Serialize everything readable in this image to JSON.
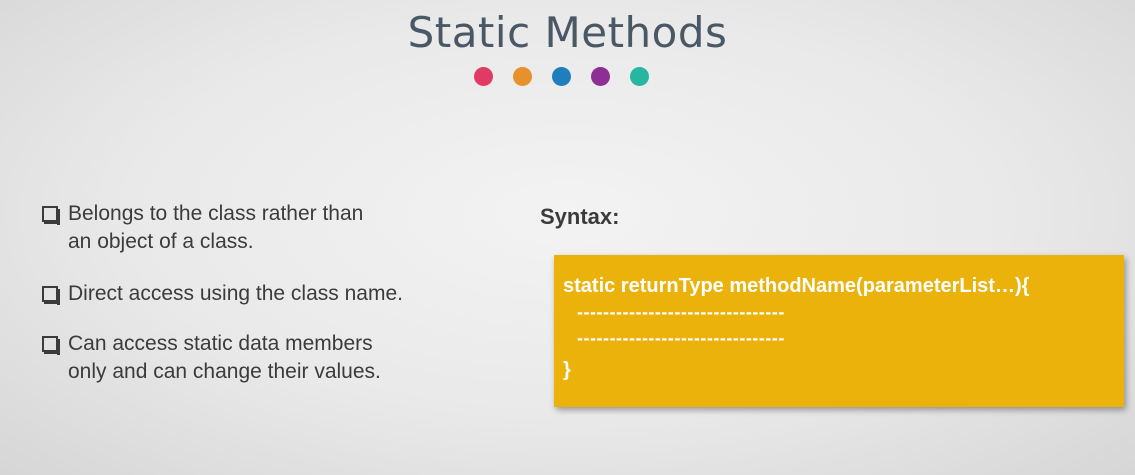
{
  "slide": {
    "title": "Static Methods",
    "dot_colors": [
      "#e03b64",
      "#e8902b",
      "#1f7fbd",
      "#8e2f96",
      "#25b7a0"
    ],
    "bullets": [
      "Belongs to the class rather than\nan object of a class.",
      "Direct access using the class name.",
      "Can access static data members\nonly and can change their values."
    ],
    "syntax_label": "Syntax:",
    "code": {
      "line1": "static returnType methodName(parameterList…){",
      "dashes1": "--------------------------------",
      "dashes2": "--------------------------------",
      "close": "}"
    },
    "accent_color": "#ebb20c"
  }
}
